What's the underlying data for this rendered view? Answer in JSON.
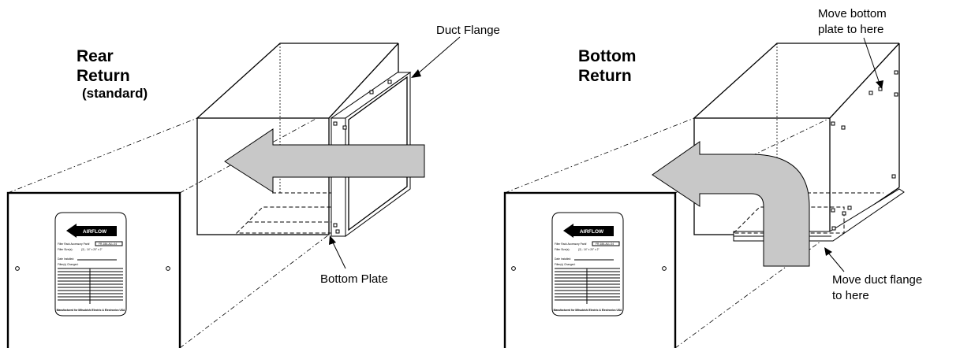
{
  "left_panel": {
    "heading_line1": "Rear",
    "heading_line2": "Return",
    "subheading": "(standard)",
    "callout_top": "Duct Flange",
    "callout_bottom": "Bottom Plate",
    "label": {
      "airflow": "AIRFLOW",
      "filter_rack": "Filter Rack Accessory Part#",
      "part_number": "FR-18A-ALL-04",
      "filter_sizes": "Filter Size(s):",
      "sizes_value": "(2) - 14\" x 20\" x 2\"",
      "date_installed": "Date Installed:",
      "filters_changed": "Filter(s) Changed:",
      "manufacturer": "Manufactured for Mitsubishi Electric & Electronics USA"
    }
  },
  "right_panel": {
    "heading_line1": "Bottom",
    "heading_line2": "Return",
    "callout_top_line1": "Move bottom",
    "callout_top_line2": "plate to here",
    "callout_bottom_line1": "Move duct flange",
    "callout_bottom_line2": "to here",
    "label": {
      "airflow": "AIRFLOW",
      "filter_rack": "Filter Rack Accessory Part#",
      "part_number": "FR-18A-ALL-04",
      "filter_sizes": "Filter Size(s):",
      "sizes_value": "(2) - 14\" x 20\" x 2\"",
      "date_installed": "Date Installed:",
      "filters_changed": "Filter(s) Changed:",
      "manufacturer": "Manufactured for Mitsubishi Electric & Electronics USA"
    }
  },
  "colors": {
    "arrow_fill": "#c8c8c8",
    "line": "#000000",
    "airflow_badge": "#000000"
  }
}
